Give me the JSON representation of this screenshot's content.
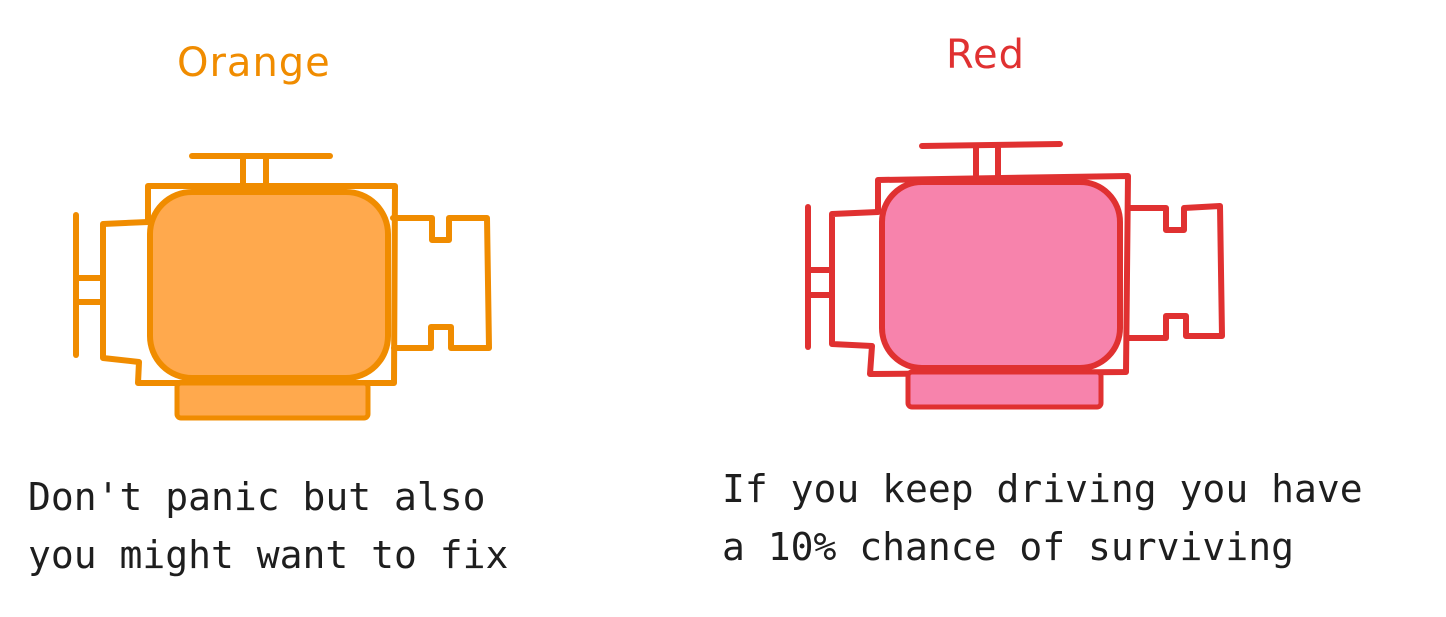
{
  "levels": [
    {
      "id": "orange",
      "title": "Orange",
      "caption_lines": [
        "Don't panic but also",
        "you might want to fix"
      ],
      "stroke_color": "#f08c00",
      "fill_color": "#ffa94d",
      "icon": "check-engine-icon"
    },
    {
      "id": "red",
      "title": "Red",
      "caption_lines": [
        "If you keep driving you have",
        "a 10% chance of surviving"
      ],
      "stroke_color": "#e03131",
      "fill_color": "#f783ac",
      "icon": "check-engine-icon"
    }
  ]
}
